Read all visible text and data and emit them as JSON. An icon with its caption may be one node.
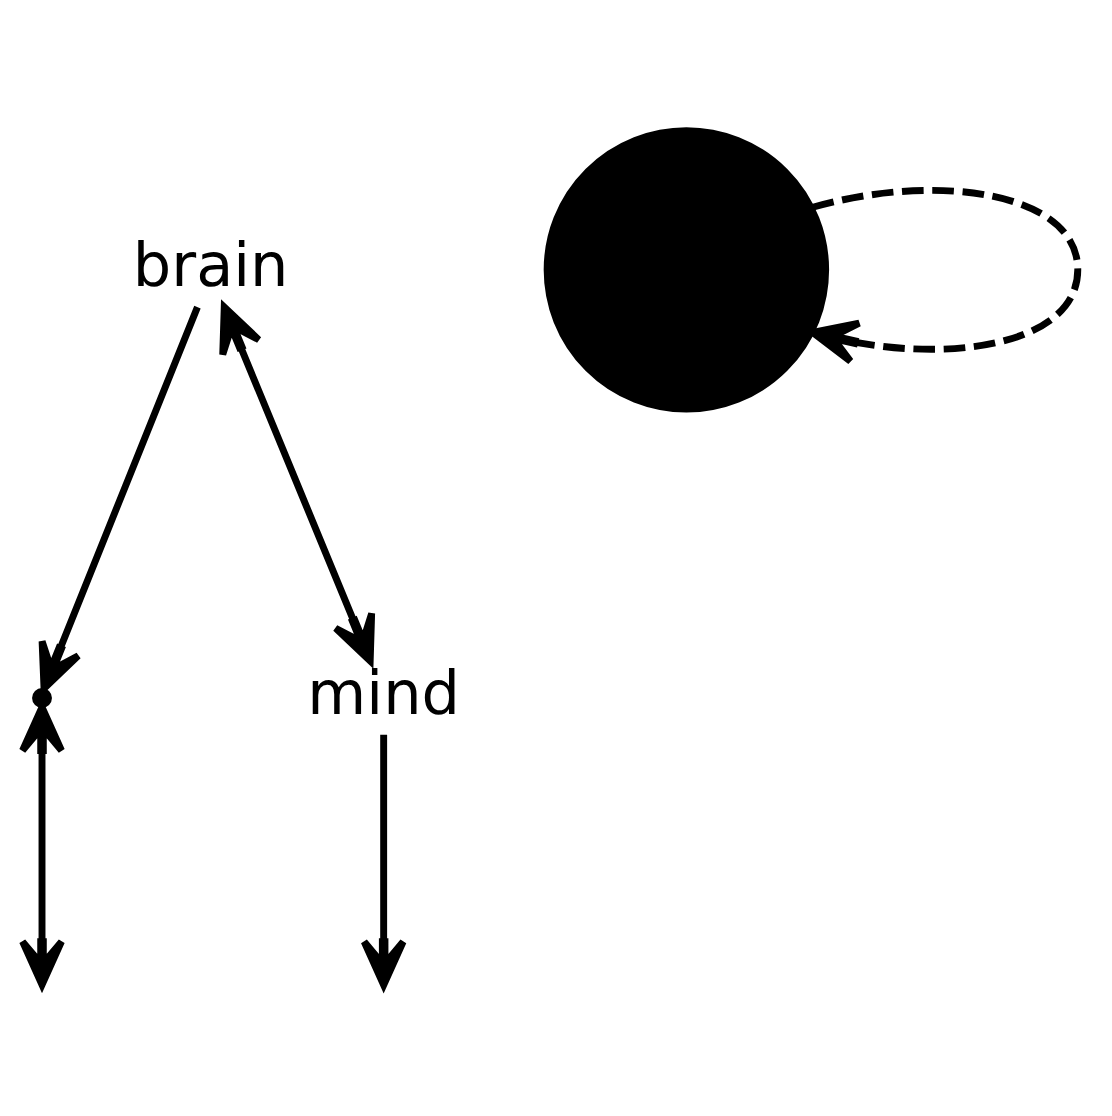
{
  "diagram": {
    "nodes": [
      {
        "text": [],
        "shape": "point"
      },
      {
        "text": [],
        "shape": "circle"
      },
      {
        "text": [
          "brain"
        ]
      },
      {
        "text": [
          "mind"
        ]
      }
    ],
    "edges": [
      {
        "from": 0,
        "to": null,
        "arrow": "both"
      },
      {
        "from": 2,
        "to": 0,
        "arrow": "to"
      },
      {
        "from": 3,
        "to": null,
        "arrow": "to"
      },
      {
        "from": 1,
        "to": 1,
        "arrow": "to",
        "style": "dashed"
      },
      {
        "from": 2,
        "to": 3,
        "arrow": "both"
      }
    ]
  }
}
